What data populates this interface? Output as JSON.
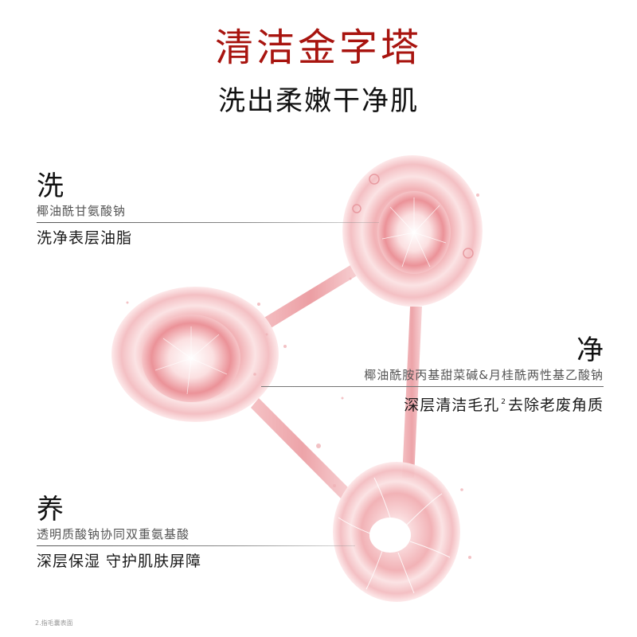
{
  "header": {
    "title": "清洁金字塔",
    "subtitle": "洗出柔嫩干净肌"
  },
  "colors": {
    "title_red": "#a8140f",
    "sphere_pink": "#f4b8bc",
    "sphere_deep": "#e07078"
  },
  "sections": [
    {
      "head": "洗",
      "ingredient": "椰油酰甘氨酸钠",
      "benefit": "洗净表层油脂"
    },
    {
      "head": "净",
      "ingredient": "椰油酰胺丙基甜菜碱&月桂酰两性基乙酸钠",
      "benefit_a": "深层清洁毛孔",
      "benefit_sup": "2",
      "benefit_b": "去除老废角质"
    },
    {
      "head": "养",
      "ingredient": "透明质酸钠协同双重氨基酸",
      "benefit": "深层保湿 守护肌肤屏障"
    }
  ],
  "footnote": "2.指毛囊表面",
  "illustration": {
    "icon": "molecule-spheres-icon"
  }
}
